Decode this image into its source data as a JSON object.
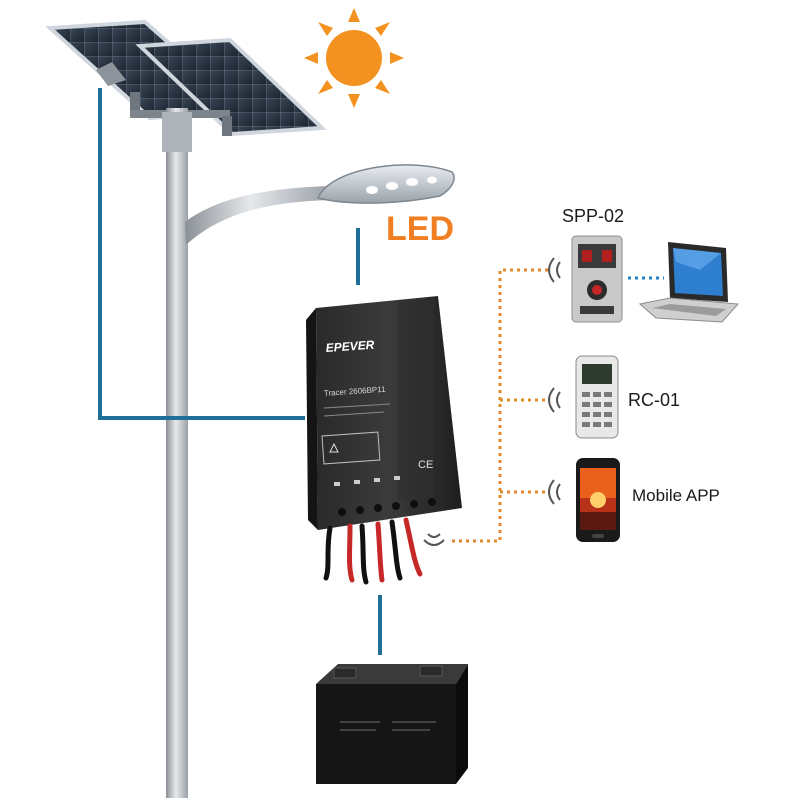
{
  "labels": {
    "led": "LED",
    "spp": "SPP-02",
    "rc": "RC-01",
    "app": "Mobile APP"
  },
  "controller": {
    "brand": "EPEVER",
    "model": "Tracer 2606BP11",
    "ce_mark": "CE"
  },
  "colors": {
    "wire_blue": "#1f6f99",
    "wireless_orange": "#e08a2a",
    "led_label": "#f07f21",
    "sun": "#f39220",
    "laptop_link": "#1e7fc1"
  },
  "icons": [
    "sun-icon",
    "solar-panel",
    "street-lamp",
    "charge-controller",
    "battery",
    "wireless-icon",
    "spp-02-device",
    "laptop",
    "rc-01-remote",
    "smartphone"
  ]
}
